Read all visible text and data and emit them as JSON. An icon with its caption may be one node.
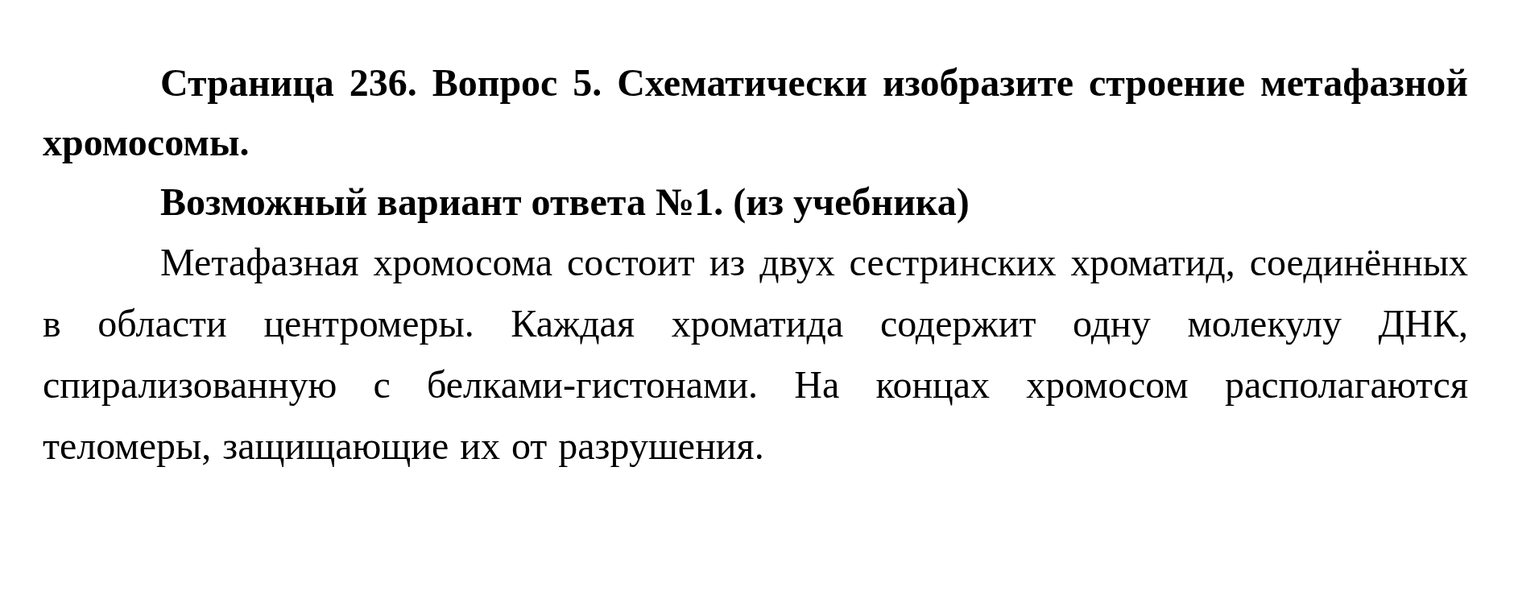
{
  "diagram": {
    "title": "Страница 236. Вопрос 5. Схематически изобразите строение метафазной хромосомы.",
    "labels": [
      "Возможный вариант ответа №1. (из учебника)",
      "Метафазная хромосома состоит из двух сестринских хроматид, соединённых в области центромеры. Каждая хроматида содержит одну молекулу ДНК, спирализованную с белками-гистонами. На концах хромосом располагаются теломеры, защищающие их от разрушения."
    ]
  }
}
